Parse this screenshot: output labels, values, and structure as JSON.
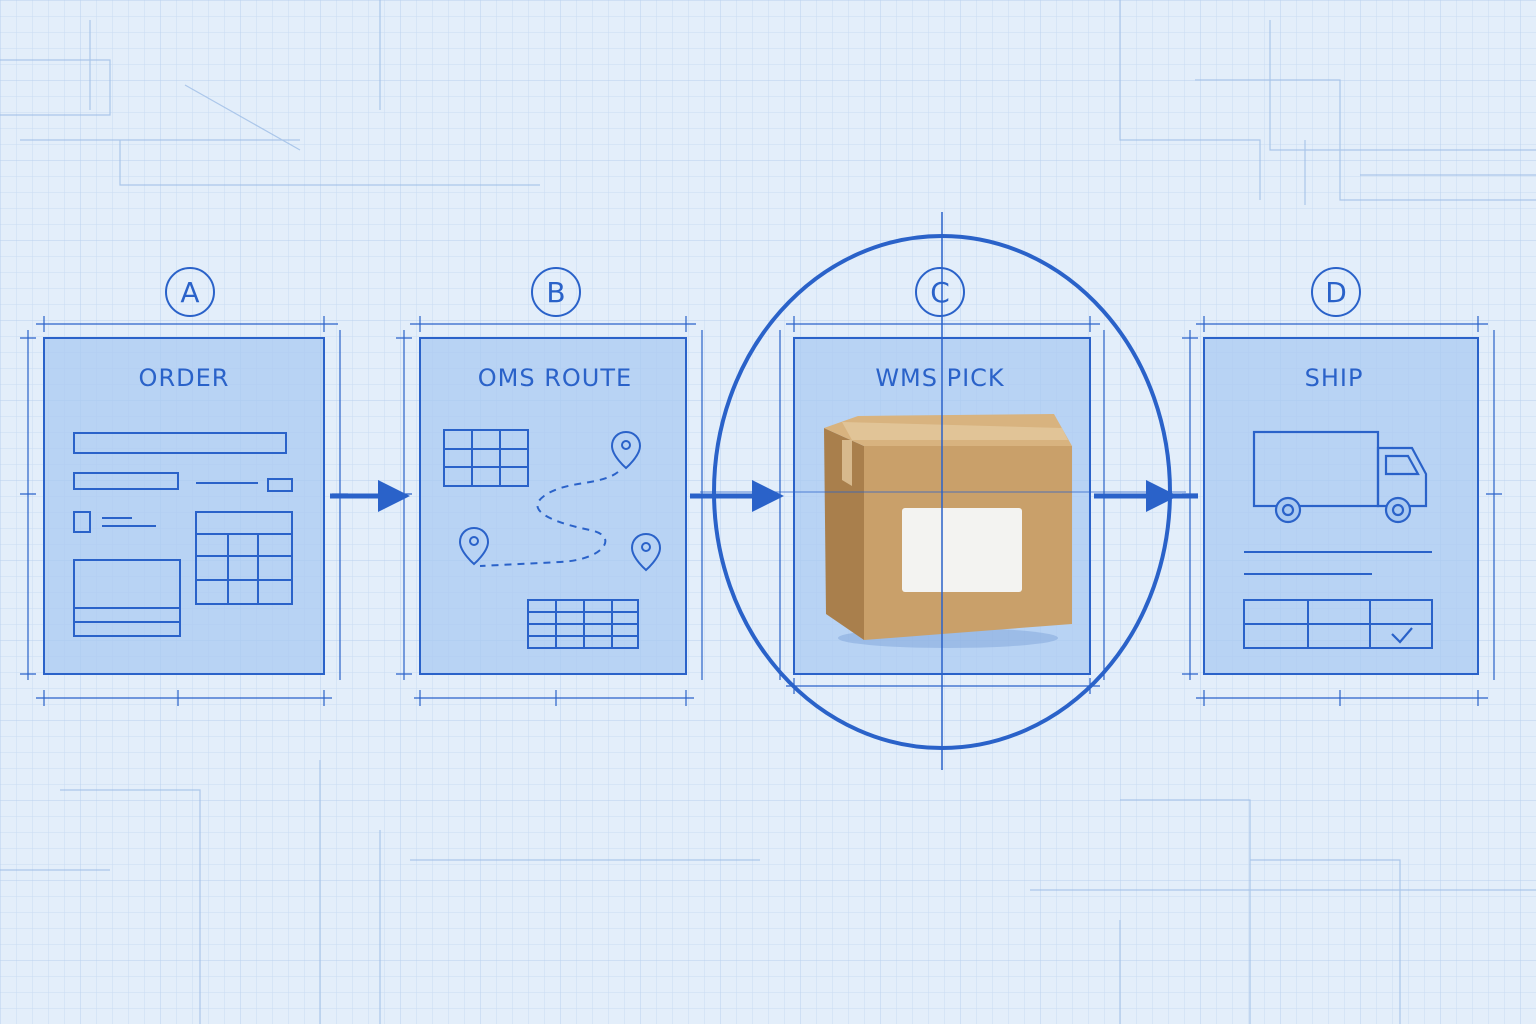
{
  "diagram": {
    "colors": {
      "background": "#e3eefa",
      "line": "#2a62c9",
      "panel_fill": "#a9c9f1",
      "box_cardboard": "#c9a06a",
      "box_label": "#f3f3f1"
    },
    "steps": [
      {
        "letter": "A",
        "title": "ORDER",
        "icon": "order-form-icon",
        "highlighted": false
      },
      {
        "letter": "B",
        "title": "OMS ROUTE",
        "icon": "route-map-icon",
        "highlighted": false
      },
      {
        "letter": "C",
        "title": "WMS PICK",
        "icon": "cardboard-box-icon",
        "highlighted": true
      },
      {
        "letter": "D",
        "title": "SHIP",
        "icon": "delivery-truck-icon",
        "highlighted": false
      }
    ]
  }
}
